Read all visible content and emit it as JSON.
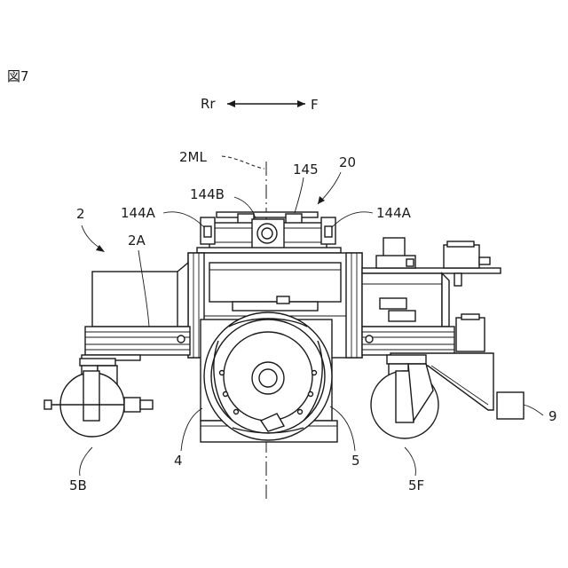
{
  "figure": {
    "title": "図7",
    "direction": {
      "rear": "Rr",
      "front": "F"
    }
  },
  "labels": {
    "center_line": "2ML",
    "rail_top": "145",
    "top_unit": "20",
    "bracket_top": "144B",
    "clamp_left": "144A",
    "clamp_right": "144A",
    "vehicle": "2",
    "frame_left": "2A",
    "housing": "4",
    "drum": "5",
    "caster_rear": "5B",
    "caster_front": "5F",
    "front_block": "9"
  }
}
